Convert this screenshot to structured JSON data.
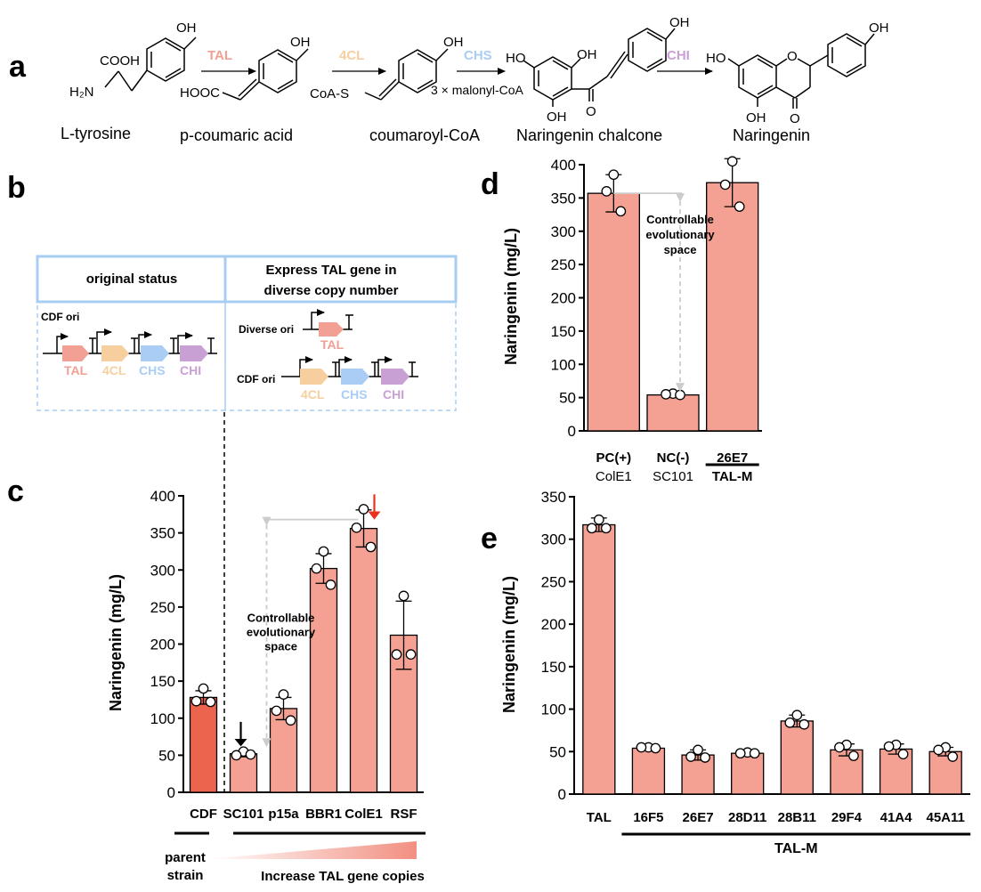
{
  "panels": {
    "a": "a",
    "b": "b",
    "c": "c",
    "d": "d",
    "e": "e"
  },
  "pathway": {
    "compounds": [
      "L-tyrosine",
      "p-coumaric acid",
      "coumaroyl-CoA",
      "Naringenin chalcone",
      "Naringenin"
    ],
    "enzymes": [
      "TAL",
      "4CL",
      "CHS",
      "CHI"
    ],
    "cosubstrate": "3 × malonyl-CoA",
    "groups": {
      "oh": "OH",
      "cooh": "COOH",
      "h2n": "H₂N",
      "hooc": "HOOC",
      "coas": "CoA-S",
      "ho": "HO",
      "o": "O"
    }
  },
  "colors": {
    "TAL": "#f2a093",
    "4CL": "#f7cf9f",
    "CHS": "#a9cdf5",
    "CHI": "#c9a0d4",
    "bar": "#f4a092",
    "parent_bar": "#ec644e",
    "arrow_red": "#e8321e",
    "box_blue": "#a8cdf2"
  },
  "panel_b": {
    "left_header": "original  status",
    "right_header_1": "Express TAL gene in",
    "right_header_2": "diverse copy number",
    "cdf_ori": "CDF ori",
    "diverse_ori": "Diverse  ori",
    "genes": [
      "TAL",
      "4CL",
      "CHS",
      "CHI"
    ]
  },
  "chart_data": [
    {
      "id": "c",
      "type": "bar",
      "ylabel": "Naringenin (mg/L)",
      "ylim": [
        0,
        400
      ],
      "yticks": [
        0,
        50,
        100,
        150,
        200,
        250,
        300,
        350,
        400
      ],
      "categories": [
        "CDF",
        "SC101",
        "p15a",
        "BBR1",
        "ColE1",
        "RSF"
      ],
      "values": [
        128,
        52,
        113,
        302,
        356,
        212
      ],
      "errors": [
        9,
        4,
        15,
        20,
        25,
        46
      ],
      "points": [
        [
          140,
          123,
          122
        ],
        [
          55,
          50,
          51
        ],
        [
          132,
          110,
          97
        ],
        [
          325,
          302,
          280
        ],
        [
          382,
          357,
          331
        ],
        [
          265,
          186,
          186
        ]
      ],
      "annotation": "Controllable\nevolutionary\nspace",
      "group_labels": {
        "parent": "parent\nstrain",
        "increase": "Increase TAL gene copies"
      }
    },
    {
      "id": "d",
      "type": "bar",
      "ylabel": "Naringenin (mg/L)",
      "ylim": [
        0,
        400
      ],
      "yticks": [
        0,
        50,
        100,
        150,
        200,
        250,
        300,
        350,
        400
      ],
      "categories": [
        "PC(+)",
        "NC(-)",
        "26E7"
      ],
      "sublabels": [
        "ColE1",
        "SC101",
        "TAL-M"
      ],
      "values": [
        357,
        54,
        373
      ],
      "errors": [
        28,
        3,
        36
      ],
      "points": [
        [
          385,
          360,
          330
        ],
        [
          56,
          55,
          54
        ],
        [
          405,
          370,
          337
        ]
      ],
      "annotation": "Controllable\nevolutionary\nspace"
    },
    {
      "id": "e",
      "type": "bar",
      "ylabel": "Naringenin (mg/L)",
      "ylim": [
        0,
        350
      ],
      "yticks": [
        0,
        50,
        100,
        150,
        200,
        250,
        300,
        350
      ],
      "categories": [
        "TAL",
        "16F5",
        "26E7",
        "28D11",
        "28B11",
        "29F4",
        "41A4",
        "45A11"
      ],
      "values": [
        317,
        54,
        46,
        48,
        86,
        52,
        53,
        50
      ],
      "errors": [
        8,
        2,
        6,
        2,
        7,
        7,
        6,
        5
      ],
      "points": [
        [
          323,
          313,
          313
        ],
        [
          55,
          55,
          54
        ],
        [
          52,
          44,
          43
        ],
        [
          49,
          48,
          48
        ],
        [
          93,
          84,
          82
        ],
        [
          58,
          55,
          45
        ],
        [
          58,
          56,
          47
        ],
        [
          55,
          52,
          44
        ]
      ],
      "group_label": "TAL-M"
    }
  ]
}
